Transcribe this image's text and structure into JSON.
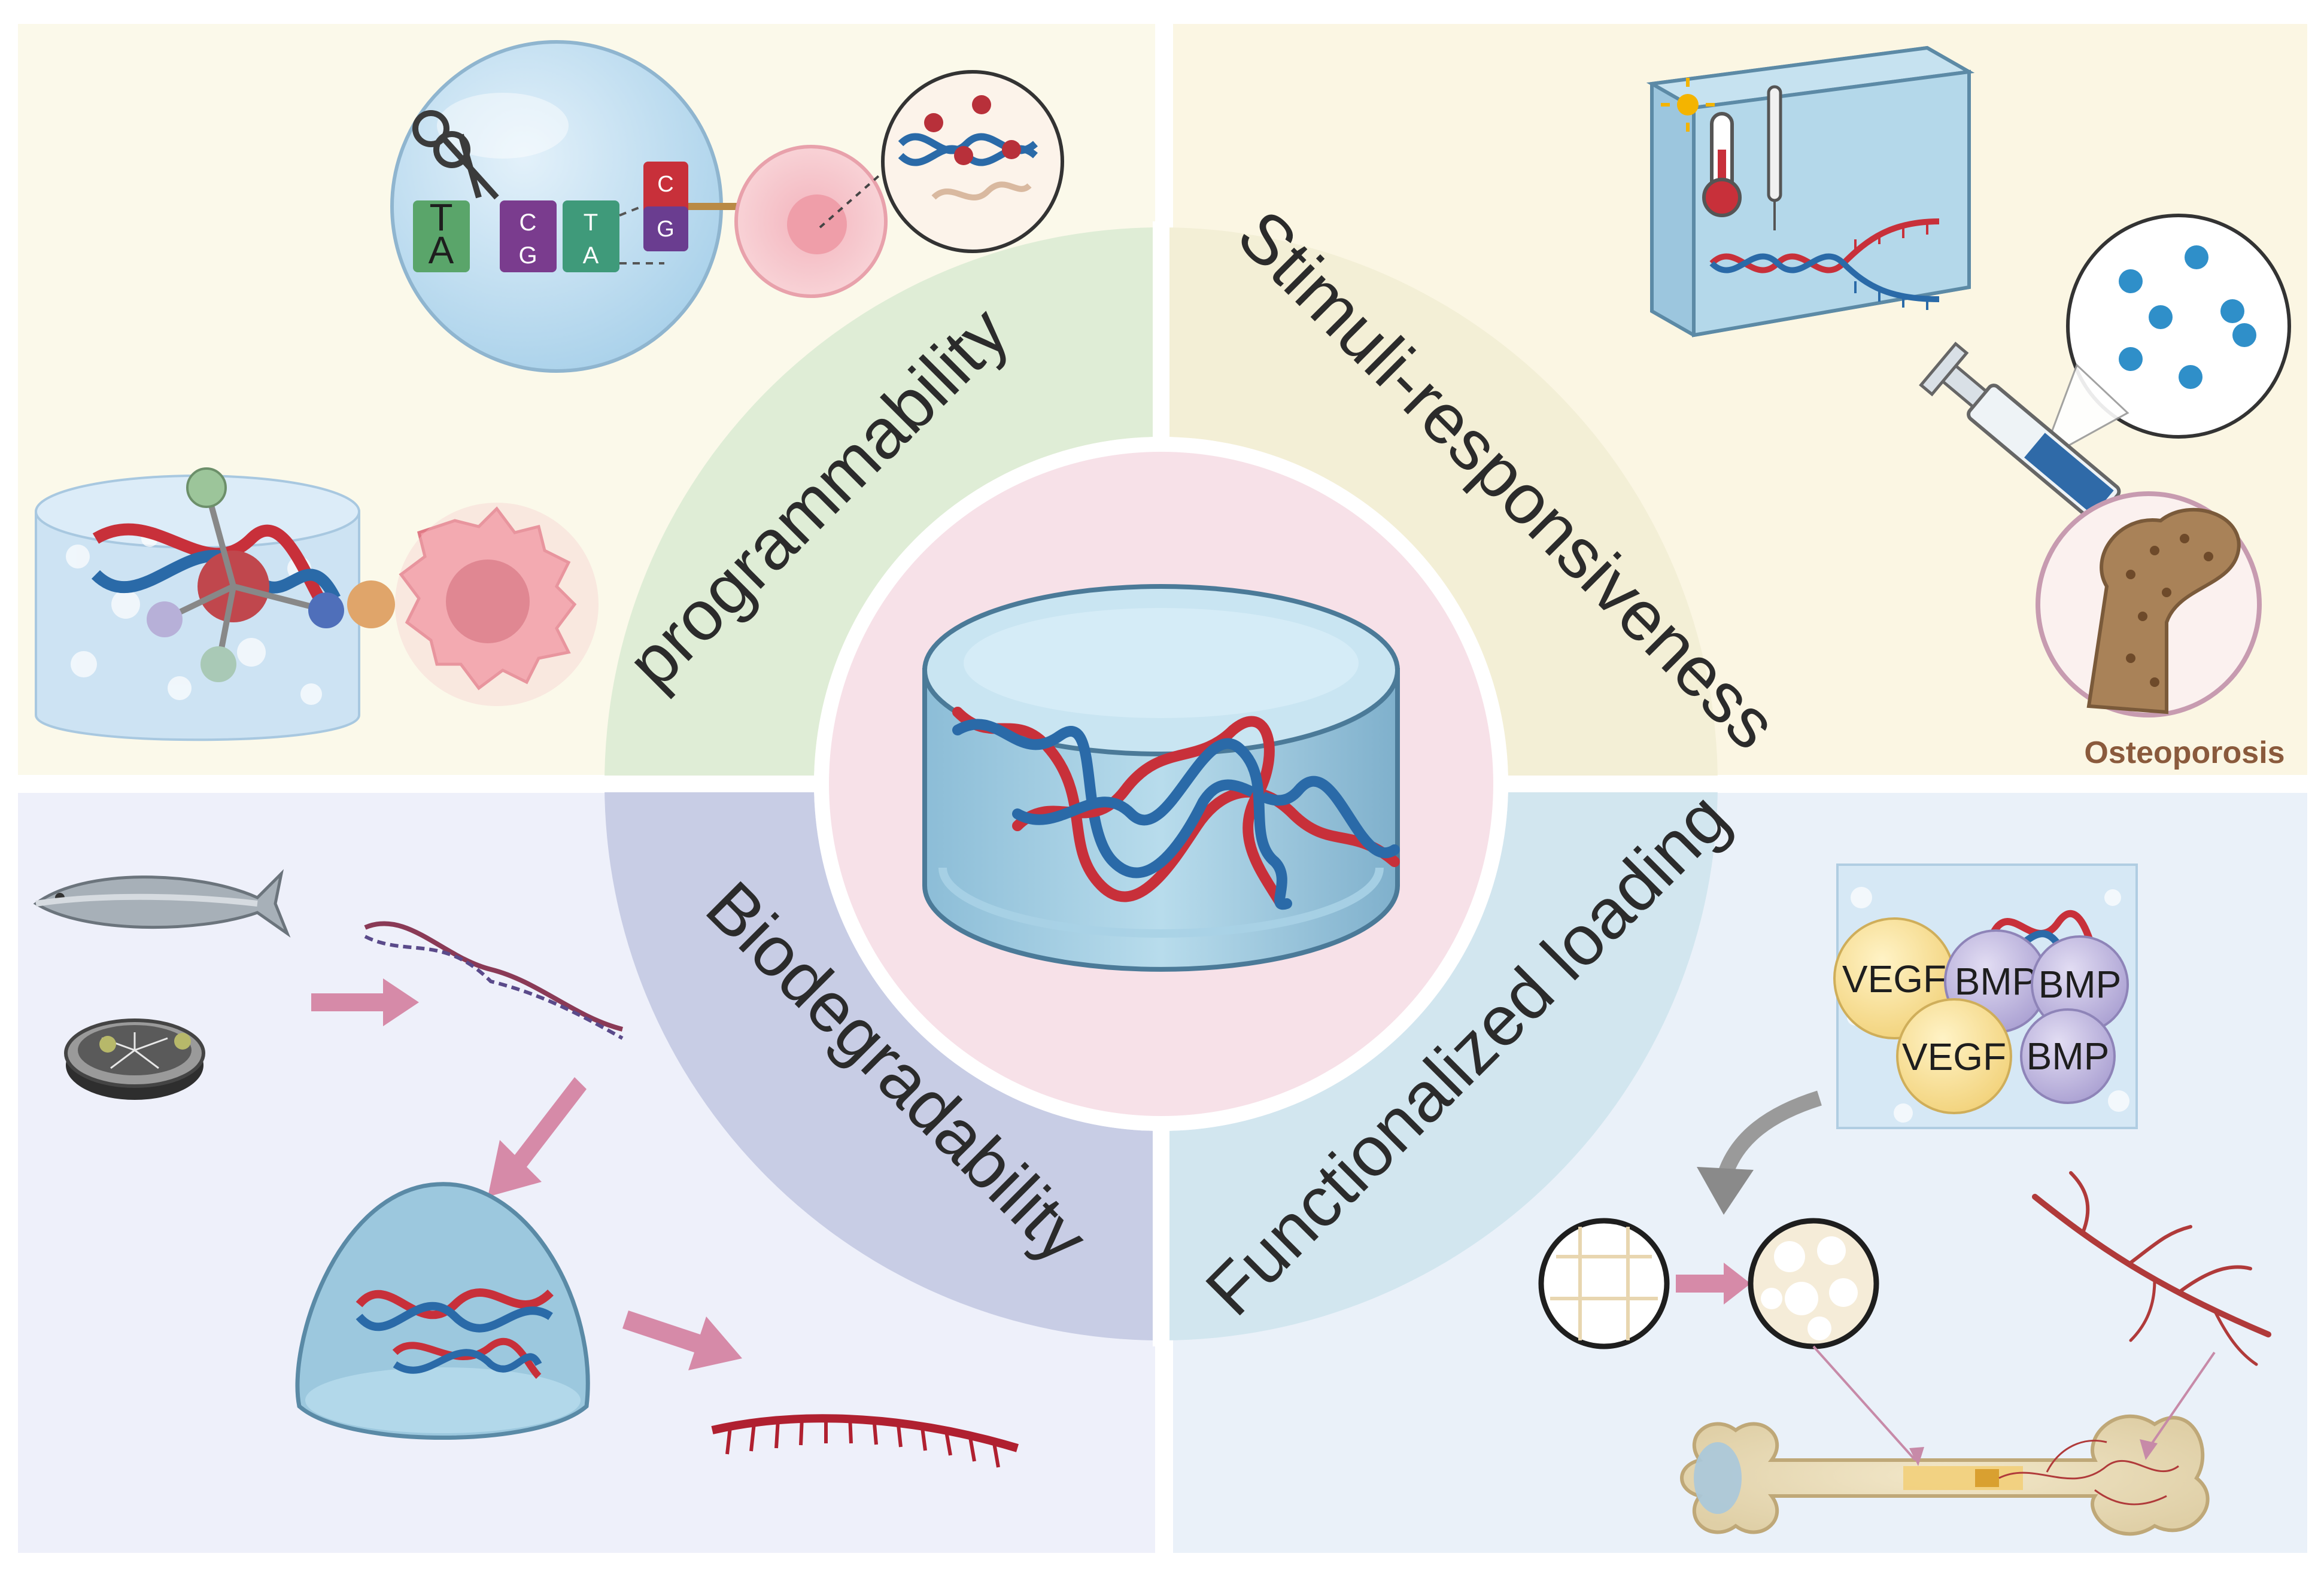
{
  "sectors": {
    "programmability": "programmability",
    "stimuli": "Stimuli-responsiveness",
    "biodegradability": "Biodegradability",
    "functionalized": "Functionalized loading"
  },
  "labels": {
    "osteoporosis": "Osteoporosis",
    "vegf_1": "VEGF",
    "vegf_2": "VEGF",
    "bmp_1": "BMP",
    "bmp_2": "BMP",
    "bmp_3": "BMP",
    "base_a1": "T",
    "base_a2": "A",
    "base_b1": "C",
    "base_b2": "G",
    "base_c1": "T",
    "base_c2": "A",
    "base_d1": "C",
    "base_d2": "G"
  },
  "colors": {
    "q_tl": "#fbf9ea",
    "q_tr": "#fbf6e3",
    "q_bl": "#eef0fa",
    "q_br": "#eaf1f9",
    "ring_tl": "#dfedd6",
    "ring_tr": "#f3efd6",
    "ring_bl": "#c8cde5",
    "ring_br": "#d2e6ef",
    "center": "#f7e1e8",
    "dna_red": "#c8303a",
    "dna_blue": "#2a6aa8",
    "gel": "#8fc0da",
    "osteo_text": "#8a5a3c",
    "arrow_pink": "#d68aa8"
  },
  "icons": [
    "scissors-icon",
    "thermometer-icon",
    "sun-icon",
    "syringe-icon",
    "fish-icon",
    "petri-dish-icon",
    "bone-icon",
    "blood-vessel-icon"
  ]
}
